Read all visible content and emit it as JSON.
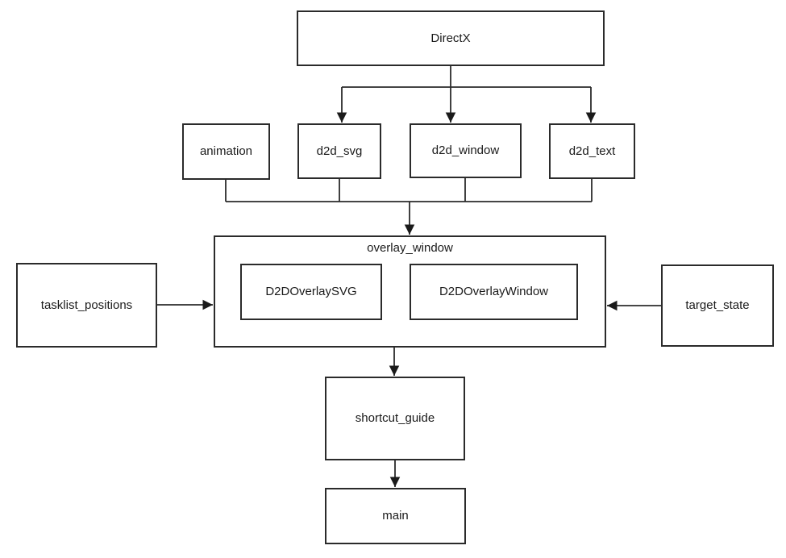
{
  "diagram": {
    "title": "module dependency flowchart",
    "colors": {
      "background": "#ffffff",
      "node_fill": "#ffffff",
      "stroke": "#2b2b2b",
      "text": "#1a1a1a"
    },
    "nodes": {
      "directx": {
        "label": "DirectX"
      },
      "animation": {
        "label": "animation"
      },
      "d2d_svg": {
        "label": "d2d_svg"
      },
      "d2d_window": {
        "label": "d2d_window"
      },
      "d2d_text": {
        "label": "d2d_text"
      },
      "overlay_window": {
        "label": "overlay_window"
      },
      "d2d_overlay_svg": {
        "label": "D2DOverlaySVG"
      },
      "d2d_overlay_window": {
        "label": "D2DOverlayWindow"
      },
      "tasklist_positions": {
        "label": "tasklist_positions"
      },
      "target_state": {
        "label": "target_state"
      },
      "shortcut_guide": {
        "label": "shortcut_guide"
      },
      "main": {
        "label": "main"
      }
    },
    "containment": [
      {
        "parent": "overlay_window",
        "children": [
          "d2d_overlay_svg",
          "d2d_overlay_window"
        ]
      }
    ],
    "edges": [
      {
        "from": "directx",
        "to": "d2d_svg",
        "arrow": true
      },
      {
        "from": "directx",
        "to": "d2d_window",
        "arrow": true
      },
      {
        "from": "directx",
        "to": "d2d_text",
        "arrow": true
      },
      {
        "from": "animation",
        "to": "overlay_window",
        "arrow": true
      },
      {
        "from": "d2d_svg",
        "to": "overlay_window",
        "arrow": true
      },
      {
        "from": "d2d_window",
        "to": "overlay_window",
        "arrow": true
      },
      {
        "from": "d2d_text",
        "to": "overlay_window",
        "arrow": true
      },
      {
        "from": "tasklist_positions",
        "to": "overlay_window",
        "arrow": true
      },
      {
        "from": "target_state",
        "to": "overlay_window",
        "arrow": true
      },
      {
        "from": "overlay_window",
        "to": "shortcut_guide",
        "arrow": true
      },
      {
        "from": "shortcut_guide",
        "to": "main",
        "arrow": true
      }
    ]
  }
}
